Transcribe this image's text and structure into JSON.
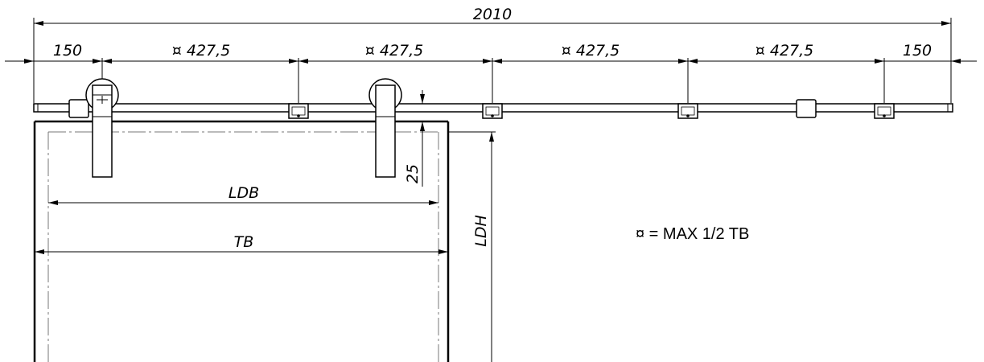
{
  "dimensions": {
    "overall": "2010",
    "end_offset_left": "150",
    "end_offset_right": "150",
    "spacing_1": "¤ 427,5",
    "spacing_2": "¤ 427,5",
    "spacing_3": "¤ 427,5",
    "spacing_4": "¤ 427,5",
    "rail_gap": "25",
    "ldb": "LDB",
    "tb": "TB",
    "ldh": "LDH"
  },
  "note": "¤ = MAX 1/2 TB",
  "colors": {
    "line": "#000000",
    "phantom": "#777777",
    "background": "#ffffff"
  }
}
